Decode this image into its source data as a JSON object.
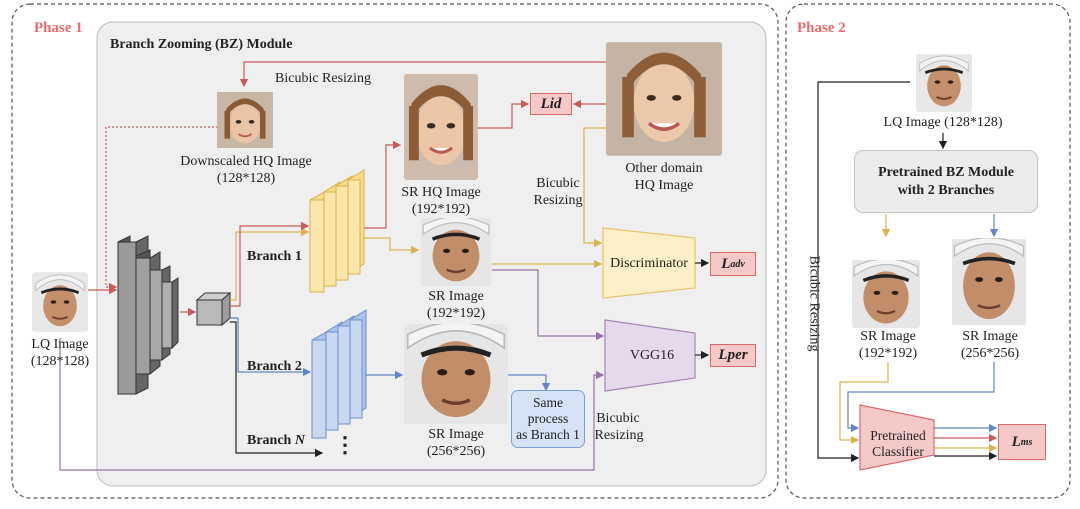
{
  "phase1": {
    "title": "Phase 1",
    "module_title": "Branch Zooming (BZ) Module",
    "bicubic_top": "Bicubic Resizing",
    "downscaled_line1": "Downscaled HQ Image",
    "downscaled_line2": "(128*128)",
    "lq_line1": "LQ Image",
    "lq_line2": "(128*128)",
    "sr_hq_line1": "SR HQ Image",
    "sr_hq_line2": "(192*192)",
    "other_line1": "Other domain",
    "other_line2": "HQ Image",
    "bicubic_mid_line1": "Bicubic",
    "bicubic_mid_line2": "Resizing",
    "sr192_line1": "SR Image",
    "sr192_line2": "(192*192)",
    "sr256_line1": "SR Image",
    "sr256_line2": "(256*256)",
    "branch1": "Branch 1",
    "branch2": "Branch 2",
    "branchN_prefix": "Branch ",
    "branchN_var": "N",
    "discriminator": "Discriminator",
    "vgg": "VGG16",
    "same_line1": "Same",
    "same_line2": "process",
    "same_line3": "as Branch 1",
    "bicubic_bottom_line1": "Bicubic",
    "bicubic_bottom_line2": "Resizing",
    "loss_id": "Lid",
    "loss_adv_main": "L",
    "loss_adv_sub": "adv",
    "loss_per": "Lper",
    "ellipsis": "⋮"
  },
  "phase2": {
    "title": "Phase 2",
    "lq_label": "LQ Image (128*128)",
    "pretrained_bz_line1": "Pretrained BZ Module",
    "pretrained_bz_line2": "with 2 Branches",
    "bicubic_vertical": "Bicubic Resizing",
    "sr192_line1": "SR Image",
    "sr192_line2": "(192*192)",
    "sr256_line1": "SR Image",
    "sr256_line2": "(256*256)",
    "classifier_line1": "Pretrained",
    "classifier_line2": "Classifier",
    "loss_ms_main": "L",
    "loss_ms_sub": "ms"
  },
  "colors": {
    "phase_title": "#ea6b6b",
    "module_bg": "#efefef",
    "yellow_fill": "#fdf0c8",
    "yellow_stroke": "#e8c36a",
    "blue_fill": "#d6e2f5",
    "blue_stroke": "#7a9dd2",
    "purple_fill": "#e6d9ec",
    "purple_stroke": "#a585b6",
    "loss_fill": "#f6c9c9",
    "loss_stroke": "#d86a6a"
  }
}
